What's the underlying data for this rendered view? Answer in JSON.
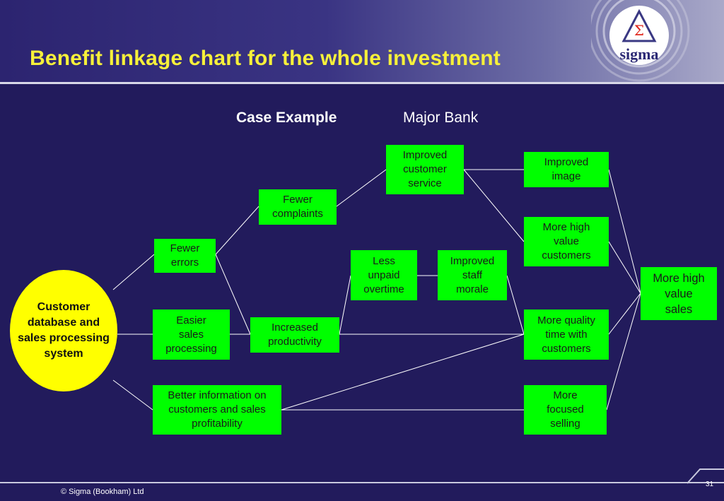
{
  "title": "Benefit linkage chart for the whole investment",
  "subtitle": {
    "left": "Case Example",
    "right": "Major Bank"
  },
  "logo": {
    "symbol": "Σ",
    "text": "sigma"
  },
  "root": "Customer\ndatabase and\nsales processing\nsystem",
  "nodes": {
    "fewer_errors": "Fewer\nerrors",
    "easier_sales": "Easier\nsales\nprocessing",
    "better_info": "Better information on\ncustomers  and sales\nprofitability",
    "fewer_complaints": "Fewer\ncomplaints",
    "increased_productivity": "Increased\nproductivity",
    "improved_service": "Improved\ncustomer\nservice",
    "less_overtime": "Less\nunpaid\novertime",
    "improved_morale": "Improved\nstaff\nmorale",
    "improved_image": "Improved\nimage",
    "more_hv_customers": "More high\nvalue\ncustomers",
    "more_quality_time": "More quality\ntime with\ncustomers",
    "more_focused": "More\nfocused\nselling",
    "more_hv_sales": "More high\nvalue\nsales"
  },
  "colors": {
    "background": "#221b5c",
    "node": "#00ff00",
    "root": "#ffff00",
    "title": "#f6f03a",
    "line": "#ffffff"
  },
  "footer": {
    "copyright": "© Sigma (Bookham) Ltd",
    "page": "31"
  }
}
